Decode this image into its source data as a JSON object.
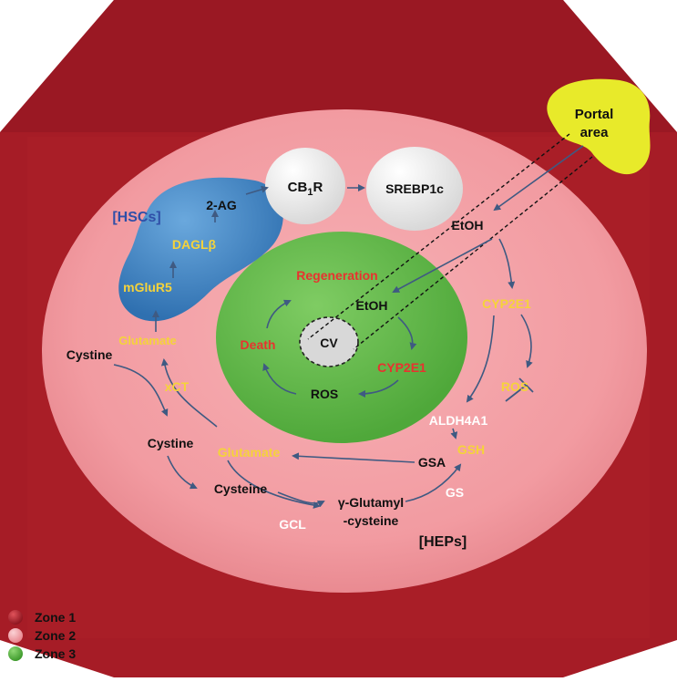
{
  "labels": {
    "portal_area_line1": "Portal",
    "portal_area_line2": "area",
    "hscs": "[HSCs]",
    "hsc_2ag": "2-AG",
    "hsc_daglb": "DAGLβ",
    "hsc_mglur5": "mGluR5",
    "cb1r_main": "CB",
    "cb1r_sub": "1",
    "cb1r_end": "R",
    "srebp1c": "SREBP1c",
    "etoh_outer": "EtOH",
    "regeneration": "Regeneration",
    "etoh_inner": "EtOH",
    "death": "Death",
    "cv": "CV",
    "cyp2e1_inner": "CYP2E1",
    "ros_inner": "ROS",
    "cyp2e1_outer": "CYP2E1",
    "ros_outer": "ROS",
    "aldh4a1": "ALDH4A1",
    "gsh": "GSH",
    "gsa": "GSA",
    "gs": "GS",
    "glutamate_top": "Glutamate",
    "cystine_top": "Cystine",
    "xct": "xCT",
    "cystine_mid": "Cystine",
    "glutamate_mid": "Glutamate",
    "cysteine": "Cysteine",
    "gcl": "GCL",
    "gamma_line1": "γ-Glutamyl",
    "gamma_line2": "-cysteine",
    "heps": "[HEPs]"
  },
  "legend": [
    {
      "label": "Zone 1",
      "color": "#b3212a"
    },
    {
      "label": "Zone 2",
      "color": "#f4a5aa"
    },
    {
      "label": "Zone 3",
      "color": "#5cb648"
    }
  ],
  "colors": {
    "zone1": "#a61c26",
    "zone2": "#f19aa0",
    "zone3": "#5fb847",
    "hsc": "#3f86c8",
    "portal": "#e8ea2a"
  }
}
